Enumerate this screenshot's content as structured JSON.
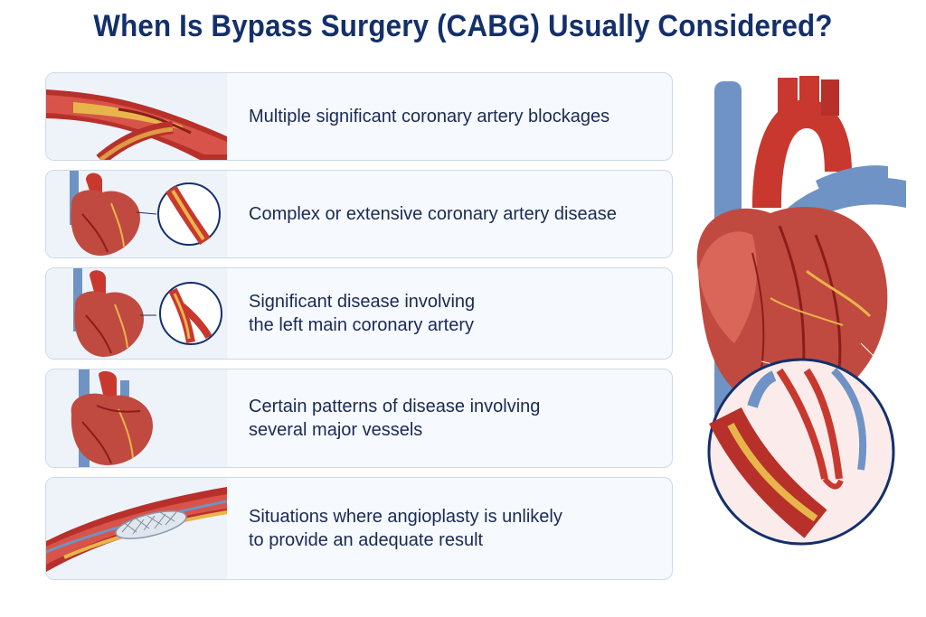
{
  "title": "When Is Bypass Surgery (CABG) Usually Considered?",
  "cards": [
    {
      "lines": [
        "Multiple significant coronary artery blockages"
      ],
      "icon": "narrowed-artery-icon"
    },
    {
      "lines": [
        "Complex or extensive coronary artery disease"
      ],
      "icon": "heart-with-magnified-artery-icon"
    },
    {
      "lines": [
        "Significant disease involving",
        "the left main coronary artery"
      ],
      "icon": "heart-left-main-artery-icon"
    },
    {
      "lines": [
        "Certain patterns of disease involving",
        "several major vessels"
      ],
      "icon": "heart-major-vessels-icon"
    },
    {
      "lines": [
        "Situations where angioplasty is unlikely",
        "to provide an adequate result"
      ],
      "icon": "artery-stent-balloon-icon"
    }
  ],
  "hero": {
    "icon": "heart-with-bypass-grafts-illustration"
  },
  "colors": {
    "title": "#14306b",
    "text": "#1a2a55",
    "card_border": "#cdd9ea",
    "artery_red": "#c8382e",
    "vein_blue": "#6f93c4",
    "plaque_yellow": "#e8b54a"
  }
}
